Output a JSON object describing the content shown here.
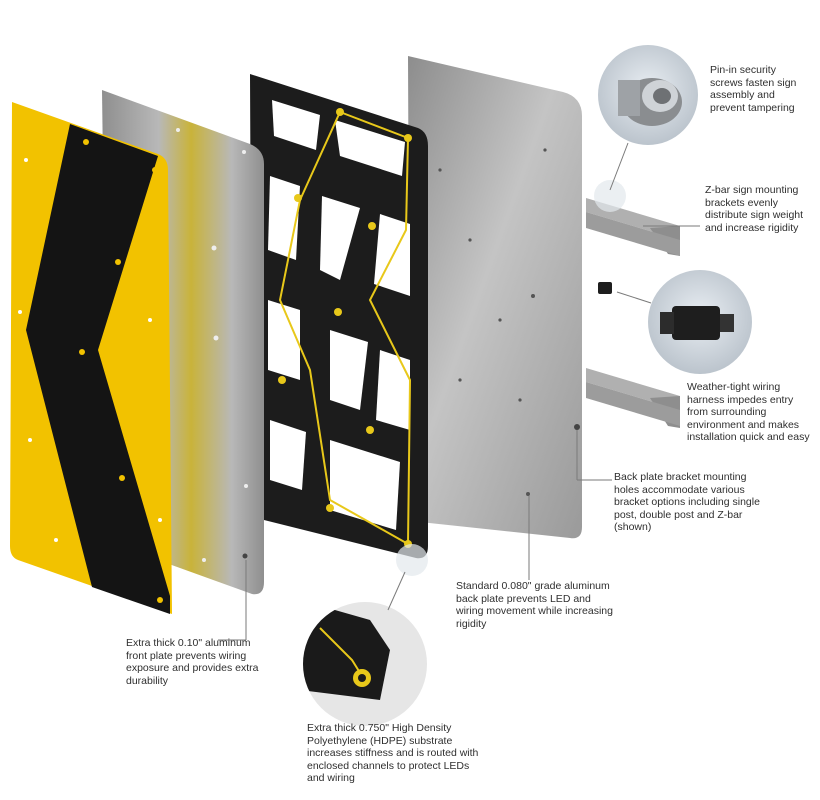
{
  "callouts": {
    "pin_in": "Pin-in security screws fasten sign assembly and prevent tampering",
    "z_bar": "Z-bar sign mounting brackets evenly distribute sign weight and increase rigidity",
    "wiring": "Weather-tight wiring harness impedes entry from surrounding environment and makes installation quick and easy",
    "back_plate_holes": "Back plate bracket mounting holes accommodate various bracket options including single post, double post and Z-bar (shown)",
    "standard_back_plate": "Standard 0.080\" grade aluminum back plate prevents LED and wiring movement while increasing rigidity",
    "front_plate": "Extra thick 0.10\" aluminum front plate prevents wiring exposure and provides extra durability",
    "hdpe": "Extra thick 0.750\" High Density Polyethylene (HDPE) substrate increases stiffness and is routed with enclosed channels to protect LEDs and wiring"
  },
  "colors": {
    "sign_yellow": "#f2c200",
    "chevron_black": "#141414",
    "frame_black": "#1b1b1b",
    "wire_yellow": "#e8c81a",
    "aluminum_light": "#c9c9c9",
    "aluminum_dark": "#8a8a8a",
    "leader_line": "#7a7a7a",
    "text": "#2f2f2f"
  }
}
